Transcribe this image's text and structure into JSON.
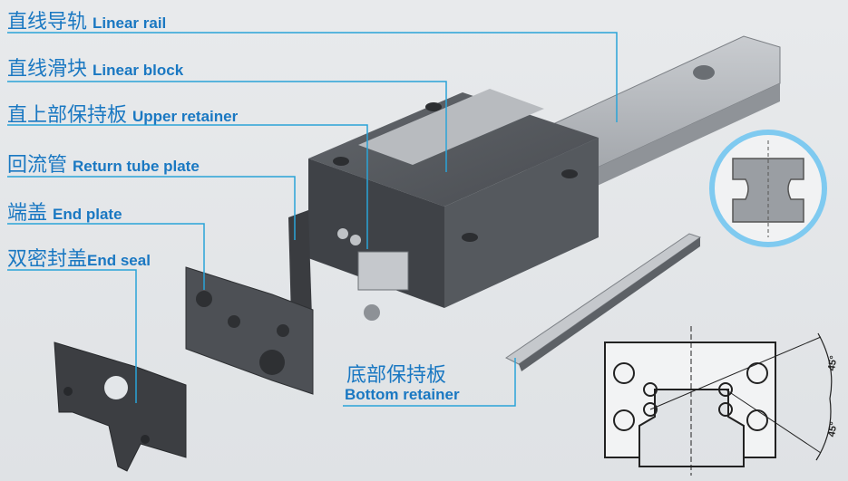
{
  "labels": [
    {
      "cn": "直线导轨",
      "en": "Linear rail"
    },
    {
      "cn": "直线滑块",
      "en": "Linear block"
    },
    {
      "cn": "直上部保持板",
      "en": "Upper retainer"
    },
    {
      "cn": "回流管",
      "en": "Return tube plate"
    },
    {
      "cn": "端盖",
      "en": "End plate"
    },
    {
      "cn": "双密封盖",
      "en": "End seal"
    }
  ],
  "bottom_label": {
    "cn": "底部保持板",
    "en": "Bottom retainer"
  },
  "angles": [
    "45°",
    "45°"
  ],
  "colors": {
    "label": "#1a78c2",
    "leader": "#2aa3d8",
    "part": "#4a4d52",
    "rail": "#a9adb1"
  }
}
